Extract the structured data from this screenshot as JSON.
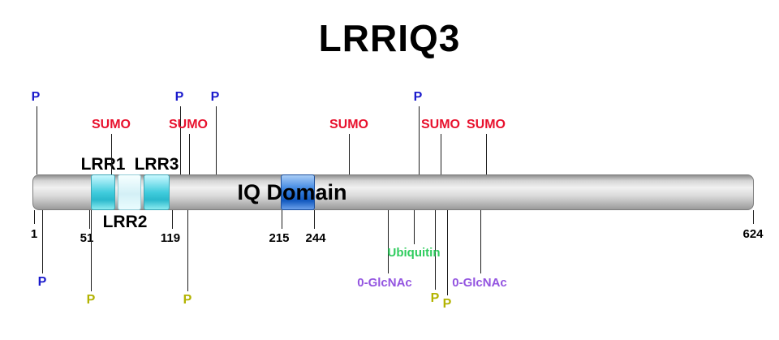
{
  "title": "LRRIQ3",
  "protein": {
    "residue_labels": [
      "1",
      "51",
      "119",
      "215",
      "244",
      "624"
    ],
    "length": "624"
  },
  "domains": {
    "lrr1": "LRR1",
    "lrr2": "LRR2",
    "lrr3": "LRR3",
    "iq": "IQ Domain"
  },
  "markers_top": [
    {
      "label": "P",
      "type": "phosphorylation"
    },
    {
      "label": "SUMO",
      "type": "sumoylation"
    },
    {
      "label": "P",
      "type": "phosphorylation"
    },
    {
      "label": "SUMO",
      "type": "sumoylation"
    },
    {
      "label": "P",
      "type": "phosphorylation"
    },
    {
      "label": "SUMO",
      "type": "sumoylation"
    },
    {
      "label": "P",
      "type": "phosphorylation"
    },
    {
      "label": "SUMO",
      "type": "sumoylation"
    },
    {
      "label": "SUMO",
      "type": "sumoylation"
    }
  ],
  "markers_bottom": [
    {
      "label": "P",
      "type": "phosphorylation-blue"
    },
    {
      "label": "P",
      "type": "phosphorylation-yellow"
    },
    {
      "label": "P",
      "type": "phosphorylation-yellow"
    },
    {
      "label": "0-GlcNAc",
      "type": "o-glcnac"
    },
    {
      "label": "Ubiquitin",
      "type": "ubiquitination"
    },
    {
      "label": "P",
      "type": "phosphorylation-yellow"
    },
    {
      "label": "P",
      "type": "phosphorylation-yellow"
    },
    {
      "label": "0-GlcNAc",
      "type": "o-glcnac"
    }
  ],
  "colors": {
    "phospho_blue": "#1a1acc",
    "sumo_red": "#e8112d",
    "phospho_yellow": "#b3b300",
    "ubiquitin_green": "#2fcc5e",
    "glcnac_purple": "#9354e0",
    "lrr_cyan": "#41ccdd",
    "iq_blue": "#1158bf",
    "bar_gray": "#d4d4d4"
  }
}
